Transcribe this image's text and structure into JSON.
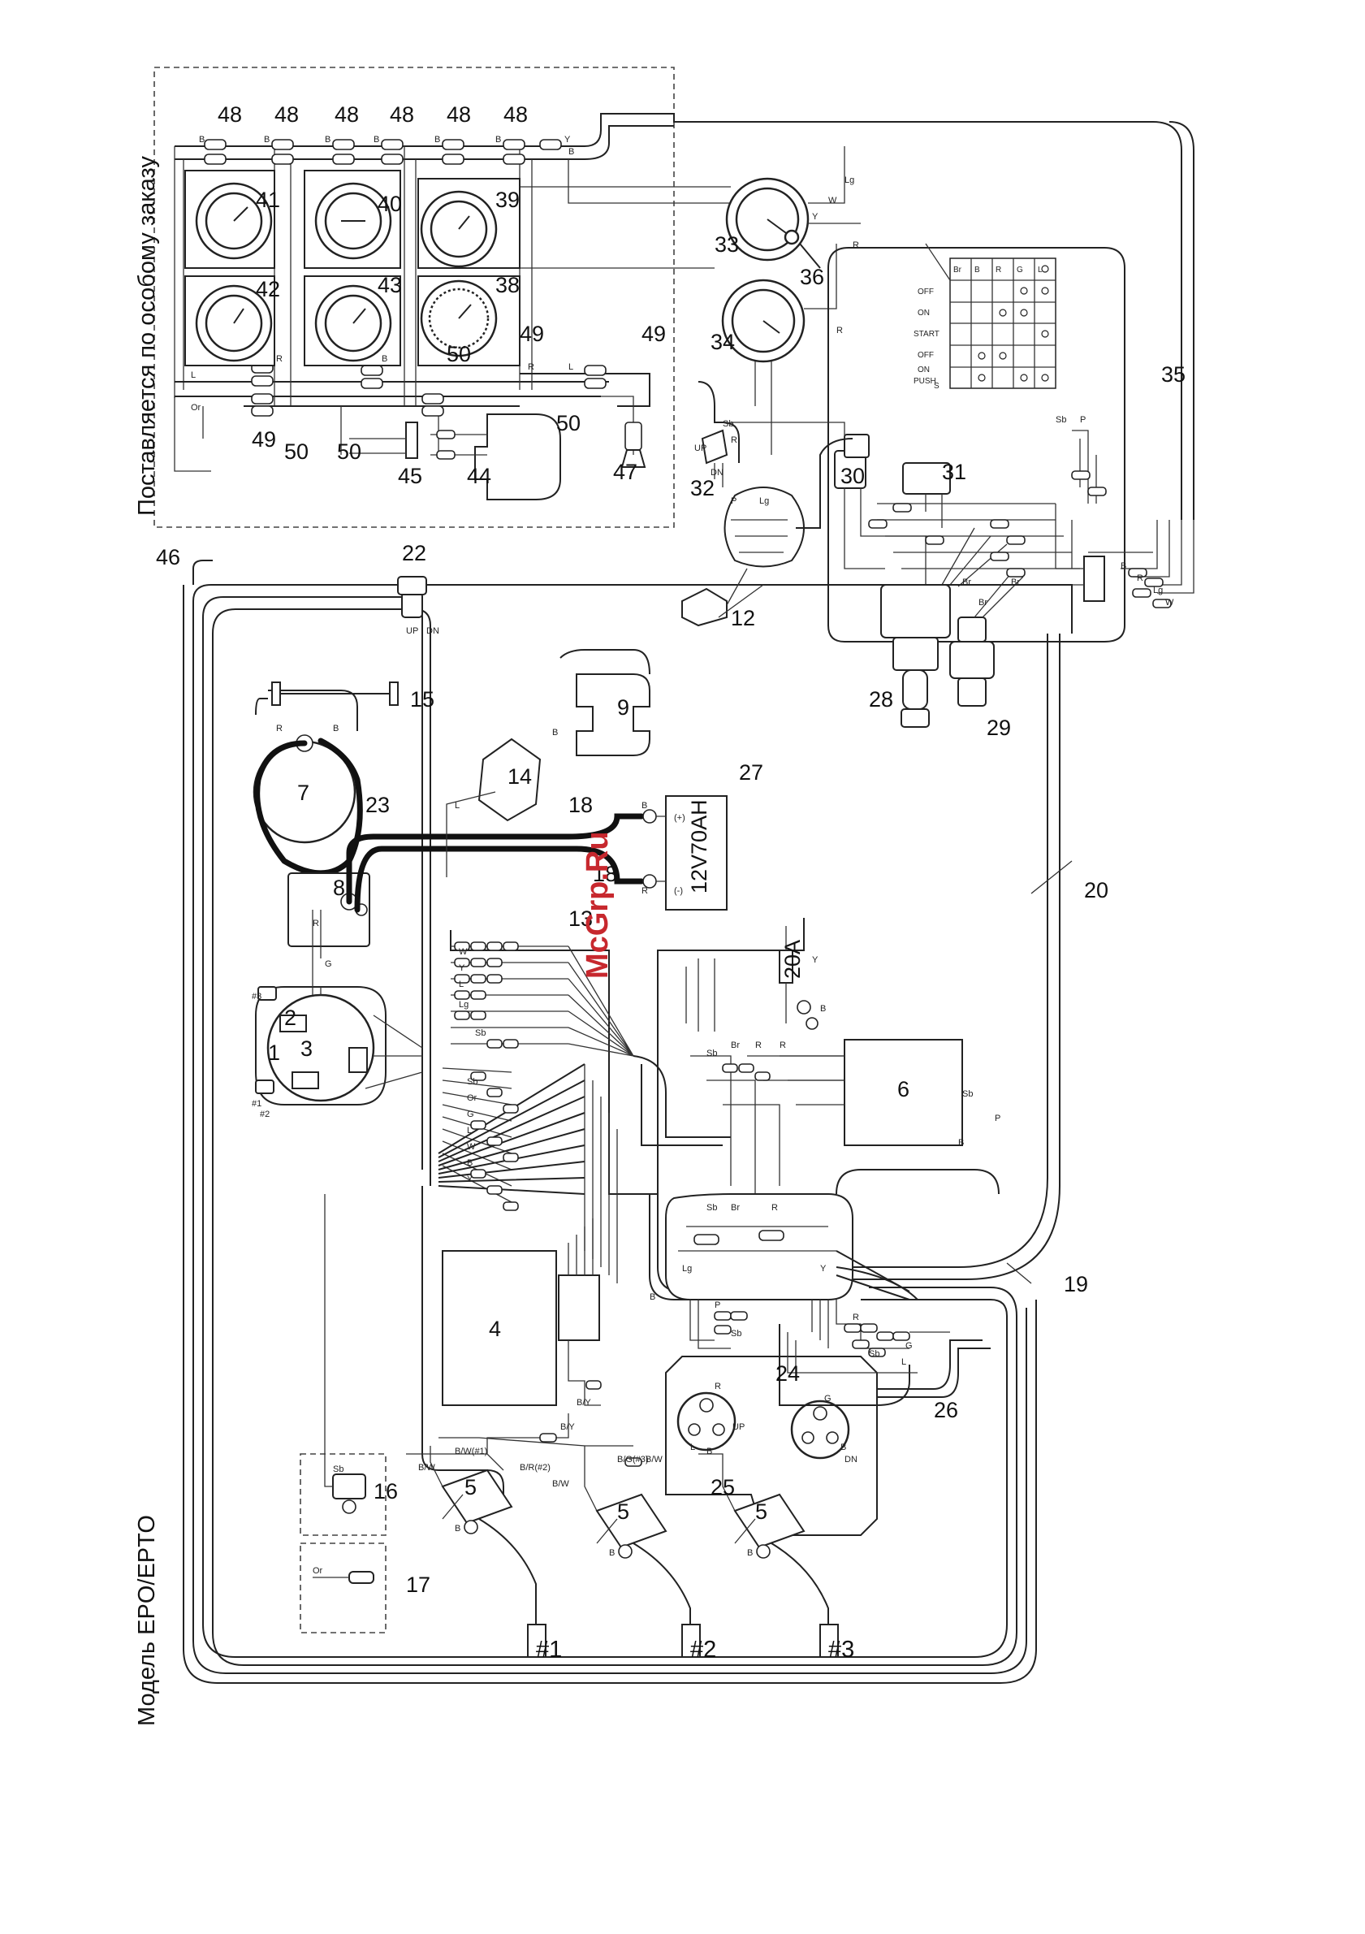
{
  "title": "Модель EPO/EPTO",
  "optional_note": "Поставляется по особому заказу",
  "watermark": "McGrp.Ru",
  "battery_label": "12V70AH",
  "fuse_label": "20A",
  "terminals": {
    "plus": "(+)",
    "minus": "(-)",
    "up": "UP",
    "dn": "DN"
  },
  "cylinders": {
    "c1": "#1",
    "c2": "#2",
    "c3": "#3"
  },
  "switch_table": {
    "columns": [
      "Br",
      "B",
      "R",
      "G",
      "L"
    ],
    "rows": [
      "OFF",
      "ON",
      "START",
      "OFF",
      "ON",
      "PUSH",
      "S"
    ]
  },
  "callouts": {
    "c1": "1",
    "c2": "2",
    "c3": "3",
    "c4": "4",
    "c5": "5",
    "c6": "6",
    "c7": "7",
    "c8": "8",
    "c9": "9",
    "c12": "12",
    "c13": "13",
    "c14": "14",
    "c15": "15",
    "c16": "16",
    "c17": "17",
    "c18": "18",
    "c19": "19",
    "c20": "20",
    "c22": "22",
    "c23": "23",
    "c24": "24",
    "c25": "25",
    "c26": "26",
    "c27": "27",
    "c28": "28",
    "c29": "29",
    "c30": "30",
    "c31": "31",
    "c32": "32",
    "c33": "33",
    "c34": "34",
    "c35": "35",
    "c36": "36",
    "c38": "38",
    "c39": "39",
    "c40": "40",
    "c41": "41",
    "c42": "42",
    "c43": "43",
    "c44": "44",
    "c45": "45",
    "c46": "46",
    "c47": "47",
    "c48": "48",
    "c49": "49",
    "c50": "50"
  },
  "wire_codes": {
    "b": "B",
    "r": "R",
    "g": "G",
    "l": "L",
    "y": "Y",
    "w": "W",
    "p": "P",
    "br": "Br",
    "sb": "Sb",
    "lg": "Lg",
    "or": "Or",
    "bw": "B/W",
    "by": "B/Y",
    "bw1": "B/W(#1)",
    "br2": "B/R(#2)",
    "bg3": "B/G(#3)"
  }
}
